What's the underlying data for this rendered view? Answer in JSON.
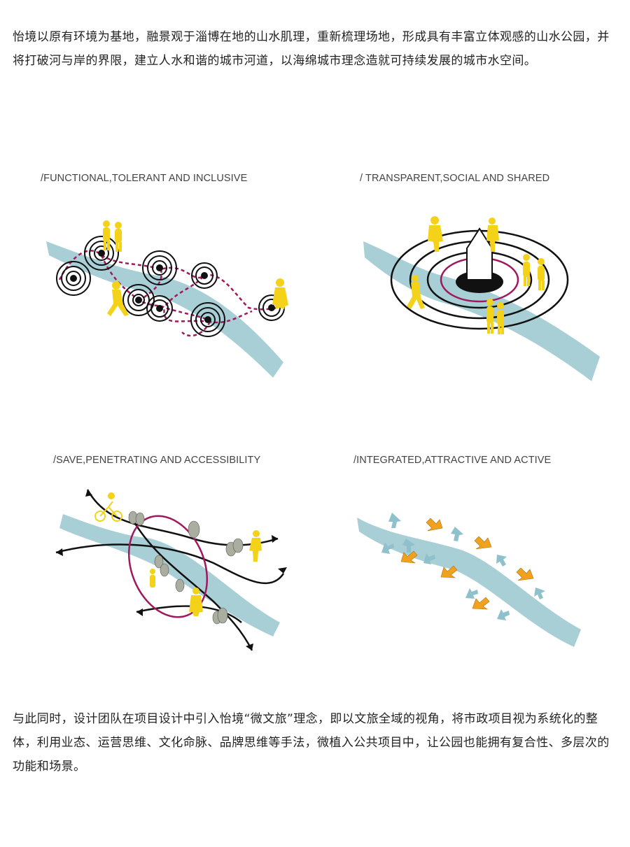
{
  "paragraphs": {
    "intro": "怡境以原有环境为基地，融景观于淄博在地的山水肌理，重新梳理场地，形成具有丰富立体观感的山水公园，并将打破河与岸的界限，建立人水和谐的城市河道，以海绵城市理念造就可持续发展的城市水空间。",
    "outro": "与此同时，设计团队在项目设计中引入怡境“微文旅”理念，即以文旅全域的视角，将市政项目视为系统化的整体，利用业态、运营思维、文化命脉、品牌思维等手法，微植入公共项目中，让公园也能拥有复合性、多层次的功能和场景。"
  },
  "diagrams": [
    {
      "caption": "/FUNCTIONAL,TOLERANT AND INCLUSIVE"
    },
    {
      "caption": "/ TRANSPARENT,SOCIAL AND SHARED"
    },
    {
      "caption": "/SAVE,PENETRATING AND ACCESSIBILITY"
    },
    {
      "caption": "/INTEGRATED,ATTRACTIVE AND ACTIVE"
    }
  ],
  "colors": {
    "river": "#a8cfd6",
    "accent_magenta": "#a0195f",
    "figure_yellow": "#f4d21a",
    "arrow_orange": "#f0a21e",
    "tree_gray": "#a9aea0",
    "ink": "#111111"
  },
  "icons": [
    "ripple-ring-icon",
    "person-silhouette-icon",
    "tower-icon",
    "cyclist-icon",
    "tree-icon",
    "arrow-icon"
  ]
}
